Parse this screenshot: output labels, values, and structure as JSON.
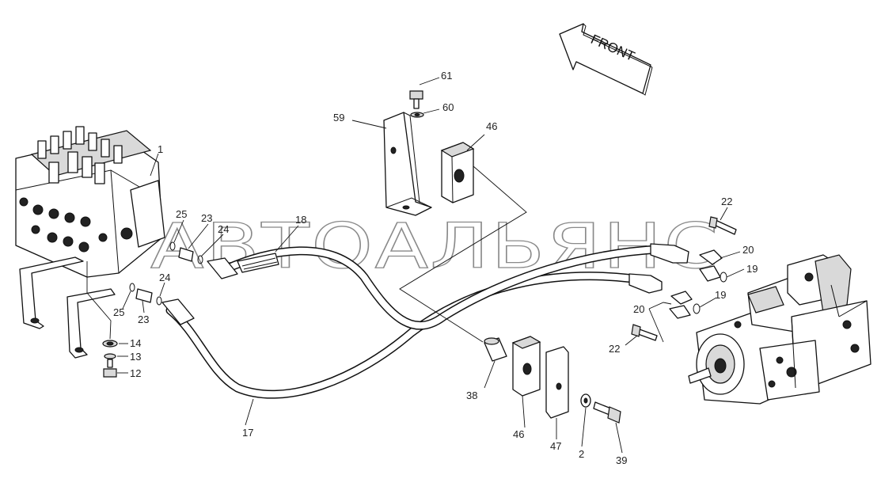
{
  "watermark": "АВТОАЛЬЯНС",
  "front_label": "FRONT",
  "callouts": {
    "c1": "1",
    "c2": "2",
    "c12": "12",
    "c13": "13",
    "c14": "14",
    "c17": "17",
    "c18": "18",
    "c19a": "19",
    "c19b": "19",
    "c20a": "20",
    "c20b": "20",
    "c22a": "22",
    "c22b": "22",
    "c23a": "23",
    "c23b": "23",
    "c24a": "24",
    "c24b": "24",
    "c25a": "25",
    "c25b": "25",
    "c38": "38",
    "c39": "39",
    "c46a": "46",
    "c46b": "46",
    "c47": "47",
    "c59": "59",
    "c60": "60",
    "c61": "61"
  }
}
